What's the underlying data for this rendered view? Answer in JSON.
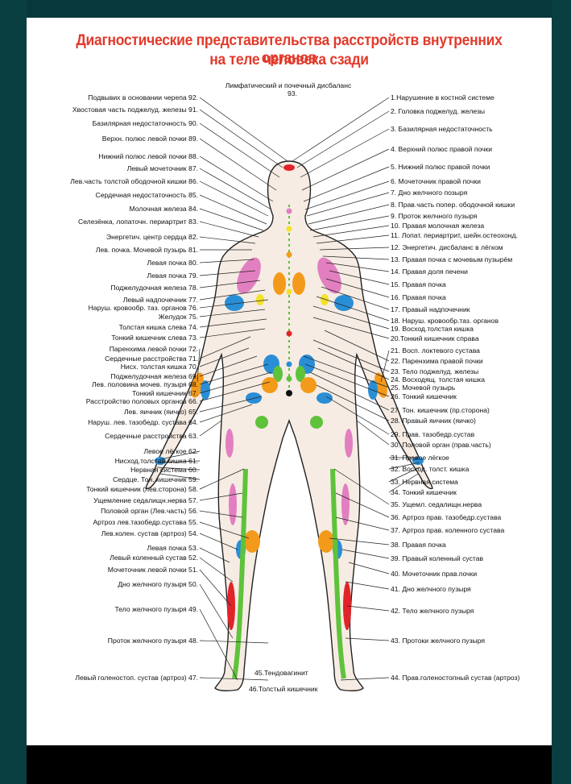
{
  "title": {
    "line1": "Диагностические представительства расстройств внутренних органов",
    "line2": "на теле человека сзади"
  },
  "labels_left": [
    "Подвывих в основании черепа 92.",
    "Хвостовая часть поджелуд. железы 91.",
    "Базилярная недостаточность 90.",
    "Верхн. полюс левой почки 89.",
    "Нижний полюс левой почки 88.",
    "Левый мочеточник 87.",
    "Лев.часть толстой ободочной кишки 86.",
    "Сердечная недостаточность 85.",
    "Молочная железа 84.",
    "Селезёнка, лопаточн. периартрит 83.",
    "Энергетич. центр сердца 82.",
    "Лев. почка. Мочевой пузырь 81.",
    "Левая почка 80.",
    "Левая почка 79.",
    "Поджелудочная железа 78.",
    "Левый надпочечник 77.",
    "Наруш. кровообр. таз. органов 76.",
    "Желудок 75.",
    "Толстая кишка слева 74.",
    "Тонкий кишечник слева 73.",
    "Паренхима левой почки 72.",
    "Сердечные расстройства 71.",
    "Нисх. толстая кишка 70.",
    "Поджелудочная железа 69.",
    "Лев. половина мочев. пузыря 68.",
    "Тонкий кишечник 67.",
    "Расстройство половых органов 66.",
    "Лев. яичник (яичко) 65.",
    "Наруш. лев. тазобедр. сустава 64.",
    "Сердечные расстройства 63.",
    "Левое лёгкое 62.",
    "Нисход.толстая кишка 61.",
    "Нервная система 60.",
    "Сердце. Тон. кишечник 59.",
    "Тонкий кишечник (лев.сторона) 58.",
    "Ущемление седалищн.нерва 57.",
    "Половой орган (Лев.часть) 56.",
    "Артроз лев.тазобедр.сустава 55.",
    "Лев.колен. сустав (артроз) 54.",
    "Левая почка 53.",
    "Левый коленный сустав 52.",
    "Мочеточник левой почки 51.",
    "Дно желчного пузыря 50.",
    "Тело желчного пузыря 49.",
    "Проток желчного пузыря 48.",
    "Левый голеностоп. сустав (артроз) 47."
  ],
  "labels_right": [
    "1.Нарушение в костной системе",
    "2. Головка поджелуд. железы",
    "3. Базилярная недостаточность",
    "4. Верхний полюс правой почки",
    "5. Нижний полюс правой почки",
    "6. Мочеточник правой почки",
    "7. Дно желчного позыря",
    "8. Прав.часть попер. ободочной кишки",
    "9. Проток желчного пузыря",
    "10. Правая молочная железа",
    "11. Лопат. периартрит, шейн.остеохонд.",
    "12. Энергетич. дисбаланс в лёгком",
    "13. Правая почка с мочевым пузырём",
    "14. Правая доля печени",
    "15. Правая почка",
    "16. Правая почка",
    "17. Правый надпочечник",
    "18. Наруш. кровообр.таз. органов",
    "19. Восход.толстая кишка",
    "20.Тонкий кишечник справа",
    "21. Восп. локтевого сустава",
    "22. Паренхима правой почки",
    "23. Тело поджелуд. железы",
    "24. Восходящ. толстая кишка",
    "25. Мочевой пузырь",
    "26. Тонкий кишечник",
    "27. Тон. кишечник (пр.сторона)",
    "28. Правый яичник (яичко)",
    "29. Прав. тазобедр.сустав",
    "30. Половой орган (прав.часть)",
    "31. Правое лёгкое",
    "32. Восход. толст. кишка",
    "33. Нервная система",
    "34. Тонкий кишечник",
    "35. Ущемл. седалищн.нерва",
    "36. Артроз прав. тазобедр.сустава",
    "37. Артроз прав. коленного сустава",
    "38. Правая почка",
    "39. Правый коленный  сустав",
    "40. Мочеточник прав.почки",
    "41. Дно желчного пузыря",
    "42. Тело желчного пузыря",
    "43. Протоки желчного пузыря",
    "44. Прав.голеностопный сустав (артроз)"
  ],
  "labels_top": [
    "Лимфатический и почечный дисбаланс",
    "93."
  ],
  "labels_bottom": [
    "45.Тендовагинит",
    "46.Толстый кишечник"
  ],
  "colors": {
    "title": "#e13a2b",
    "background": "#07383b",
    "body_fill": "#f6ece3",
    "body_outline": "#222222",
    "zone_pink": "#e27fc0",
    "zone_blue": "#2a8ed6",
    "zone_yellow": "#f4e229",
    "zone_orange": "#f49a1a",
    "zone_green": "#5fc23b",
    "zone_red": "#e1242a",
    "zone_black": "#111111"
  }
}
